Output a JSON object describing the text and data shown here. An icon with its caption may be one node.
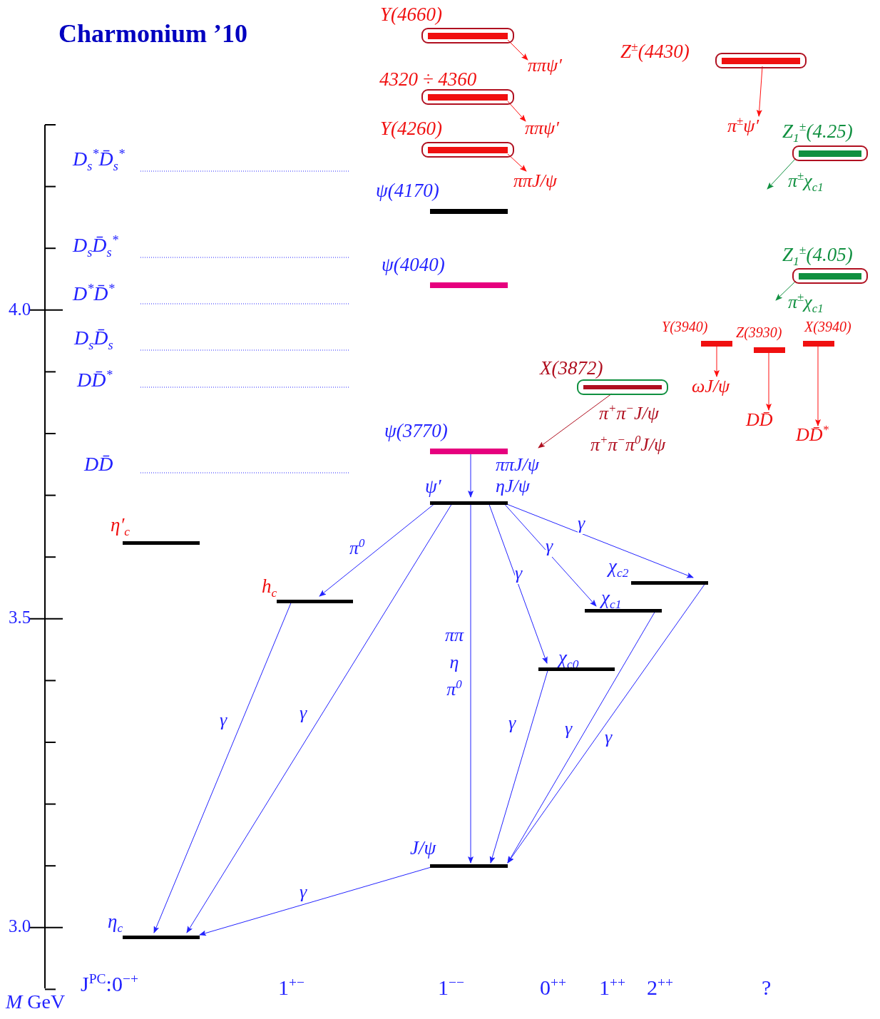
{
  "diagram": {
    "title": "Charmonium ’10",
    "nodes": [
      {
        "text": [
          "*Y*(4660)"
        ]
      },
      {
        "text": [
          "ππψ′"
        ]
      },
      {
        "text": [
          "*Z*$^{±}$(4430)"
        ]
      },
      {
        "text": [
          "4320 ÷ 4360"
        ]
      },
      {
        "text": [
          "ππψ′"
        ]
      },
      {
        "text": [
          "π$^{±}$ψ′"
        ]
      },
      {
        "text": [
          "*Y*(4260)"
        ]
      },
      {
        "text": [
          "*Z*$_{1}$$^{±}$(4.25)"
        ]
      },
      {
        "text": [
          "ππJ/ψ"
        ]
      },
      {
        "text": [
          "*ψ*(4170)"
        ]
      },
      {
        "text": [
          "*ψ*(4040)"
        ]
      },
      {
        "text": [
          "*Z*$_{1}$$^{±}$(4.05)"
        ]
      },
      {
        "text": [
          "*Y*(3940)"
        ]
      },
      {
        "text": [
          "*Z*(3930)"
        ]
      },
      {
        "text": [
          "*X*(3940)"
        ]
      },
      {
        "text": [
          "*X*(3872)"
        ],
        "beside": [
          "π$^{+}$π$^{−}$J/ψ",
          "π$^{+}$π$^{−}$π$^{0}$J/ψ"
        ]
      },
      {
        "text": [
          "ωJ/ψ"
        ]
      },
      {
        "text": [
          "DD̄"
        ]
      },
      {
        "text": [
          "DD̄$^{*}$"
        ]
      },
      {
        "text": [
          "*ψ*(3770)"
        ]
      },
      {
        "text": [
          "ψ′"
        ]
      },
      {
        "text": [
          "η′$_{c}$"
        ]
      },
      {
        "text": [
          "h$_{c}$"
        ]
      },
      {
        "text": [
          "χ$_{c2}$"
        ]
      },
      {
        "text": [
          "χ$_{c1}$"
        ]
      },
      {
        "text": [
          "χ$_{c0}$"
        ]
      },
      {
        "text": [
          "J/ψ"
        ]
      },
      {
        "text": [
          "η$_{c}$"
        ]
      }
    ],
    "edges": [
      {
        "from": 0,
        "to": 1,
        "arrow": "to",
        "color": "#ff1010"
      },
      {
        "from": 3,
        "to": 4,
        "arrow": "to",
        "color": "#ff1010"
      },
      {
        "from": 2,
        "to": 5,
        "arrow": "to",
        "color": "#ff1010"
      },
      {
        "from": 6,
        "to": 8,
        "arrow": "to",
        "color": "#ff1010"
      },
      {
        "from": 7,
        "to": null,
        "arrow": "to",
        "label": "π$^{±}$χ$_{c1}$",
        "color": "#109040"
      },
      {
        "from": 11,
        "to": null,
        "arrow": "to",
        "label": "π$^{±}$χ$_{c1}$",
        "color": "#109040"
      },
      {
        "from": 12,
        "to": 16,
        "arrow": "to",
        "color": "#ff1010"
      },
      {
        "from": 13,
        "to": 17,
        "arrow": "to",
        "color": "#ff1010"
      },
      {
        "from": 14,
        "to": 18,
        "arrow": "to",
        "color": "#ff1010"
      },
      {
        "from": 15,
        "to": null,
        "arrow": "to",
        "color": "#b01020"
      },
      {
        "from": 19,
        "to": 20,
        "arrow": "to",
        "label": "ππJ/ψ ηJ/ψ"
      },
      {
        "from": 20,
        "to": 22,
        "arrow": "to",
        "label": "π$^{0}$"
      },
      {
        "from": 20,
        "to": 27,
        "arrow": "to",
        "label": "γ"
      },
      {
        "from": 20,
        "to": 26,
        "arrow": "to",
        "label": "ππ η π$^{0}$"
      },
      {
        "from": 20,
        "to": 25,
        "arrow": "to",
        "label": "γ"
      },
      {
        "from": 20,
        "to": 24,
        "arrow": "to",
        "label": "γ"
      },
      {
        "from": 20,
        "to": 23,
        "arrow": "to",
        "label": "γ"
      },
      {
        "from": 22,
        "to": 27,
        "arrow": "to",
        "label": "γ"
      },
      {
        "from": 25,
        "to": 26,
        "arrow": "to",
        "label": "γ"
      },
      {
        "from": 24,
        "to": 26,
        "arrow": "to",
        "label": "γ"
      },
      {
        "from": 23,
        "to": 26,
        "arrow": "to",
        "label": "γ"
      },
      {
        "from": 26,
        "to": 27,
        "arrow": "to",
        "label": "γ"
      }
    ],
    "labels": [
      "D$_{s}$$^{*}$D̄$_{s}$$^{*}$",
      "D$_{s}$D̄$_{s}$$^{*}$",
      "D$^{*}$D̄$^{*}$",
      "4.0",
      "D$_{s}$D̄$_{s}$",
      "DD̄$^{*}$",
      "DD̄",
      "3.5",
      "3.0",
      "J$^{PC}$:0$^{−+}$",
      "1$^{+−}$",
      "1$^{−−}$",
      "0$^{++}$",
      "1$^{++}$",
      "2$^{++}$",
      "?",
      "*M* GeV"
    ]
  }
}
